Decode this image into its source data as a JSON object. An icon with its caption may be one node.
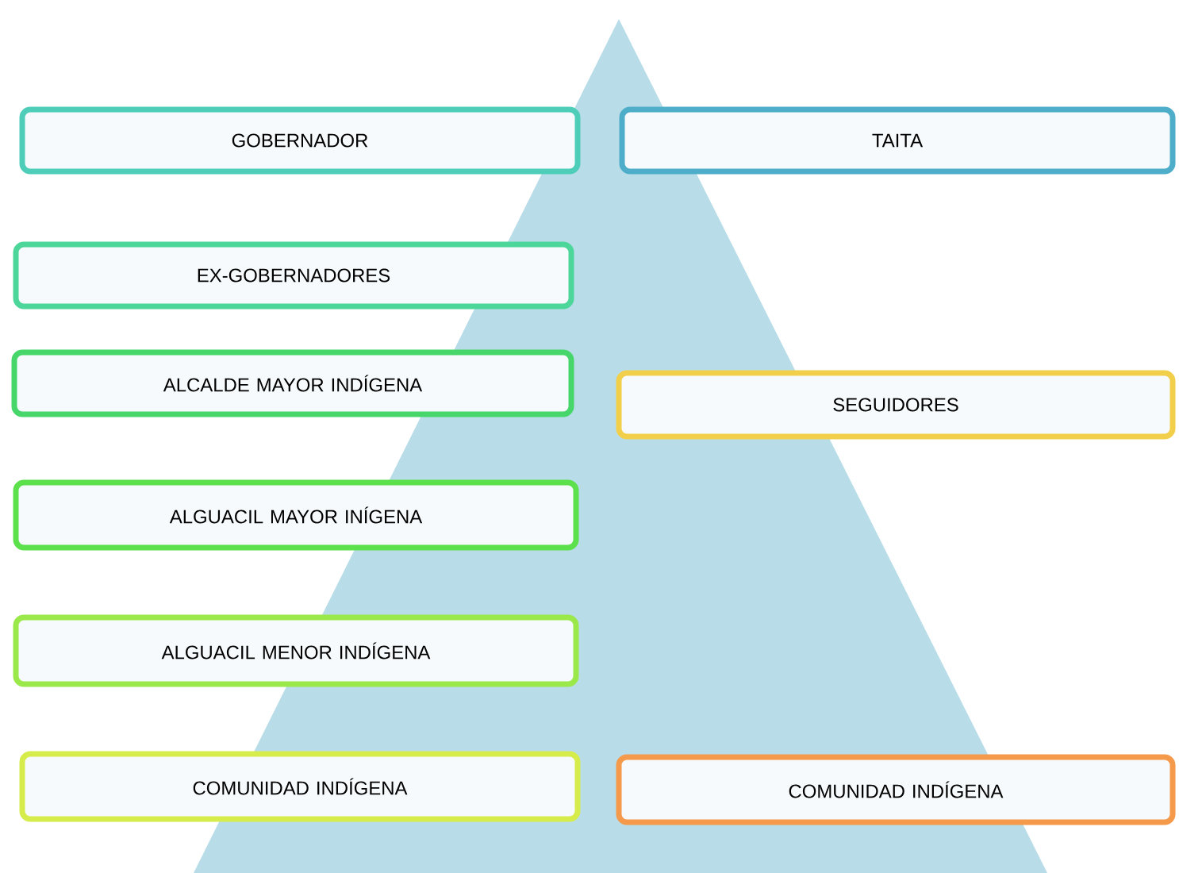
{
  "diagram": {
    "nodes": [
      {
        "text": [
          "GOBERNADOR"
        ]
      },
      {
        "text": [
          "TAITA"
        ]
      },
      {
        "text": [
          "EX-GOBERNADORES"
        ]
      },
      {
        "text": [
          "ALCALDE MAYOR INDÍGENA"
        ]
      },
      {
        "text": [
          "SEGUIDORES"
        ]
      },
      {
        "text": [
          "ALGUACIL MAYOR INÍGENA"
        ]
      },
      {
        "text": [
          "ALGUACIL MENOR INDÍGENA"
        ]
      },
      {
        "text": [
          "COMUNIDAD INDÍGENA"
        ]
      },
      {
        "text": [
          "COMUNIDAD INDÍGENA"
        ]
      }
    ]
  }
}
